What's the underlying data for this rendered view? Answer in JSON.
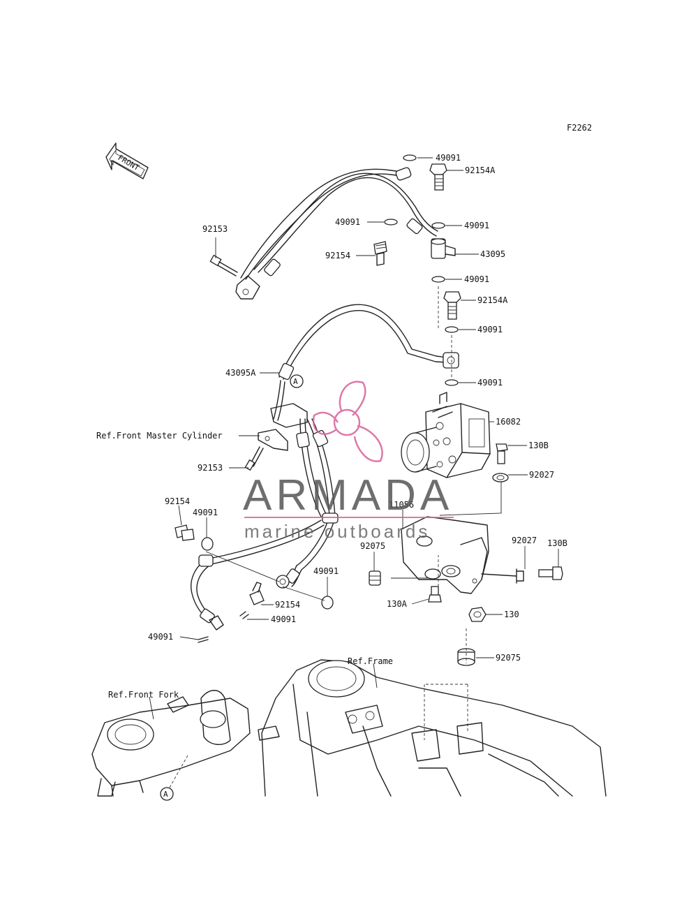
{
  "figure_code": "F2262",
  "front_arrow_text": "FRONT",
  "ref_labels": {
    "front_master_cylinder": "Ref.Front Master Cylinder",
    "front_fork": "Ref.Front Fork",
    "frame": "Ref.Frame"
  },
  "connector_marker": "A",
  "parts": {
    "p49091_top": "49091",
    "p92154A_top": "92154A",
    "p49091_b": "49091",
    "p43095": "43095",
    "p49091_c": "49091",
    "p92153_top": "92153",
    "p92154_upper": "92154",
    "p49091_d": "49091",
    "p92154A_mid": "92154A",
    "p49091_e": "49091",
    "p43095A": "43095A",
    "p49091_f": "49091",
    "p16082": "16082",
    "p130B_upper": "130B",
    "p92153_low": "92153",
    "p92027_upper": "92027",
    "p11056": "11056",
    "p92154_left": "92154",
    "p49091_left": "49091",
    "p92075_left": "92075",
    "p92027_right": "92027",
    "p130B_right": "130B",
    "p49091_mid": "49091",
    "p92154_mid": "92154",
    "p49091_low": "49091",
    "p130A": "130A",
    "p130": "130",
    "p49091_bottom": "49091",
    "p92075_low": "92075"
  },
  "watermark": {
    "brand": "ARMADA",
    "tagline": "marine outboards",
    "accent_color": "#d9609a",
    "text_color": "#555555"
  }
}
